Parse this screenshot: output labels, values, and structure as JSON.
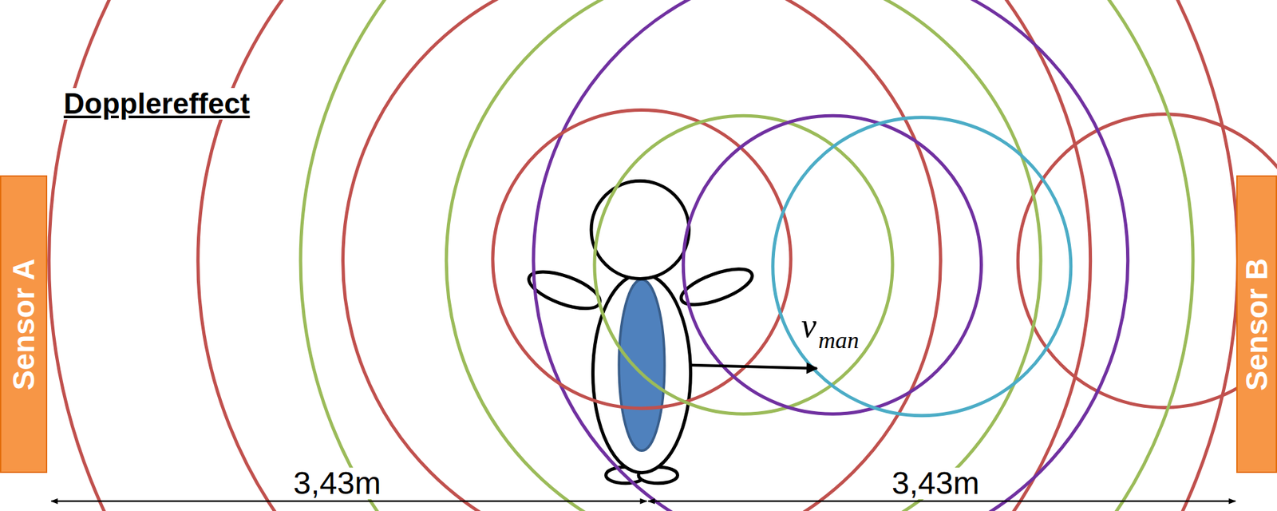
{
  "diagram": {
    "title": "Dopplereffect",
    "nodes": [
      {
        "text": [
          "Sensor A"
        ]
      },
      {
        "text": [
          "Sensor B"
        ]
      }
    ],
    "labels": [
      "3,43m",
      "3,43m",
      "v",
      "man"
    ]
  }
}
